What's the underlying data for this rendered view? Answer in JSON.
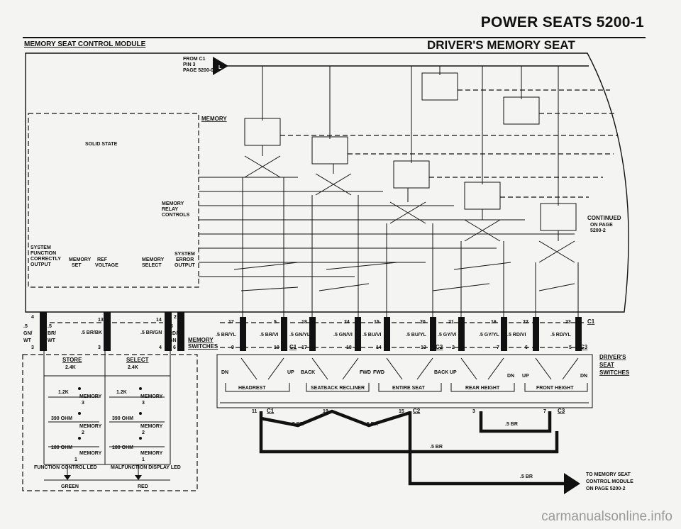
{
  "header": {
    "title": "POWER SEATS 5200-1",
    "left_section": "MEMORY SEAT CONTROL MODULE",
    "right_section": "DRIVER'S MEMORY SEAT"
  },
  "module": {
    "from": [
      "FROM C1",
      "PIN 3",
      "PAGE 5200-0"
    ],
    "memory": "MEMORY",
    "solid_state": "SOLID STATE",
    "relay": [
      "MEMORY",
      "RELAY",
      "CONTROLS"
    ],
    "sys_func": [
      "SYSTEM",
      "FUNCTION",
      "CORRECTLY",
      "OUTPUT"
    ],
    "memory_set": [
      "MEMORY",
      "SET"
    ],
    "ref_voltage": [
      "REF",
      "VOLTAGE"
    ],
    "mem_select": [
      "MEMORY",
      "SELECT"
    ],
    "sys_error": [
      "SYSTEM",
      "ERROR",
      "OUTPUT"
    ],
    "continued": [
      "CONTINUED",
      "ON PAGE",
      "5200-2"
    ],
    "memory_switches": [
      "MEMORY",
      "SWITCHES"
    ]
  },
  "pins_top": [
    "17",
    "5",
    "18",
    "24",
    "15",
    "20",
    "21",
    "16",
    "22",
    "23"
  ],
  "pins_bottom": [
    "9",
    "10",
    "17",
    "18",
    "14",
    "13",
    "2",
    "7",
    "6",
    "5"
  ],
  "connectors": {
    "c1": "C1",
    "c2": "C2",
    "c3": "C3"
  },
  "wires": [
    ".5 BR/YL",
    ".5 BR/VI",
    ".5 GN/YL",
    ".5 GN/VI",
    ".5 BU/VI",
    ".5 BU/YL",
    ".5 GY/VI",
    ".5 GY/YL",
    ".5 RD/VI",
    ".5 RD/YL"
  ],
  "left_wires": {
    "a": ".5",
    "b": "GN/",
    "c": "WT",
    "d": ".5 BR/BK",
    "e": ".5 BR/GN",
    "f": "BR/",
    "g": "WT",
    "h": "RD/",
    "i": "GN"
  },
  "left_pins": [
    "4",
    "1",
    "13",
    "14",
    "2",
    "3",
    "2",
    "3",
    "4",
    "6"
  ],
  "switches": {
    "headrest": "HEADREST",
    "seatback": "SEATBACK RECLINER",
    "entire": "ENTIRE SEAT",
    "rear_height": "REAR HEIGHT",
    "front_height": "FRONT HEIGHT",
    "dn": "DN",
    "up": "UP",
    "back": "BACK",
    "fwd": "FWD",
    "drivers": [
      "DRIVER'S",
      "SEAT",
      "SWITCHES"
    ]
  },
  "memory_panel": {
    "store": "STORE",
    "select": "SELECT",
    "r24": "2.4K",
    "r12": "1.2K",
    "r390": "390 OHM",
    "r180": "180 OHM",
    "memory": "MEMORY",
    "n3": "3",
    "n2": "2",
    "n1": "1",
    "func_led": "FUNCTION CONTROL LED",
    "malf_led": "MALFUNCTION DISPLAY LED",
    "green": "GREEN",
    "red": "RED"
  },
  "ground": {
    "pin11": "11",
    "pin19": "19",
    "pin15": "15",
    "pin3": "3",
    "pin7": "7",
    "wire": ".5 BR",
    "to": [
      "TO MEMORY SEAT",
      "CONTROL MODULE",
      "ON PAGE 5200-2"
    ]
  },
  "watermark": "carmanualsonline.info"
}
